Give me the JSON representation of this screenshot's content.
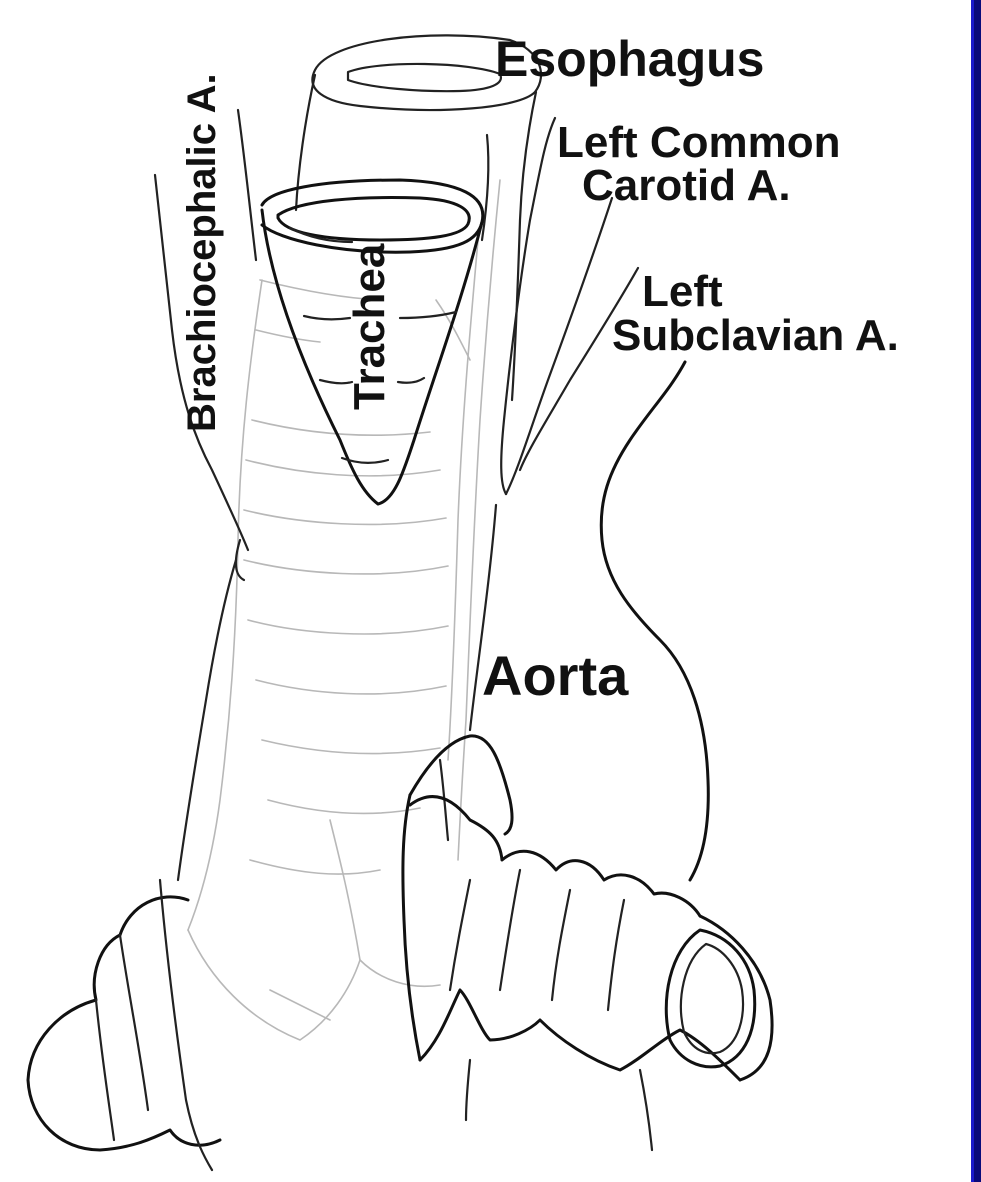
{
  "labels": {
    "esophagus": "Esophagus",
    "left_common_carotid_line1": "Left Common",
    "left_common_carotid_line2": "Carotid A.",
    "left_subclavian_line1": "Left",
    "left_subclavian_line2": "Subclavian A.",
    "brachiocephalic": "Brachiocephalic A.",
    "trachea": "Trachea",
    "aorta": "Aorta"
  },
  "colors": {
    "background": "#ffffff",
    "ink": "#111111",
    "pencil": "#b8b8b8",
    "border": "#0a0a7a"
  }
}
